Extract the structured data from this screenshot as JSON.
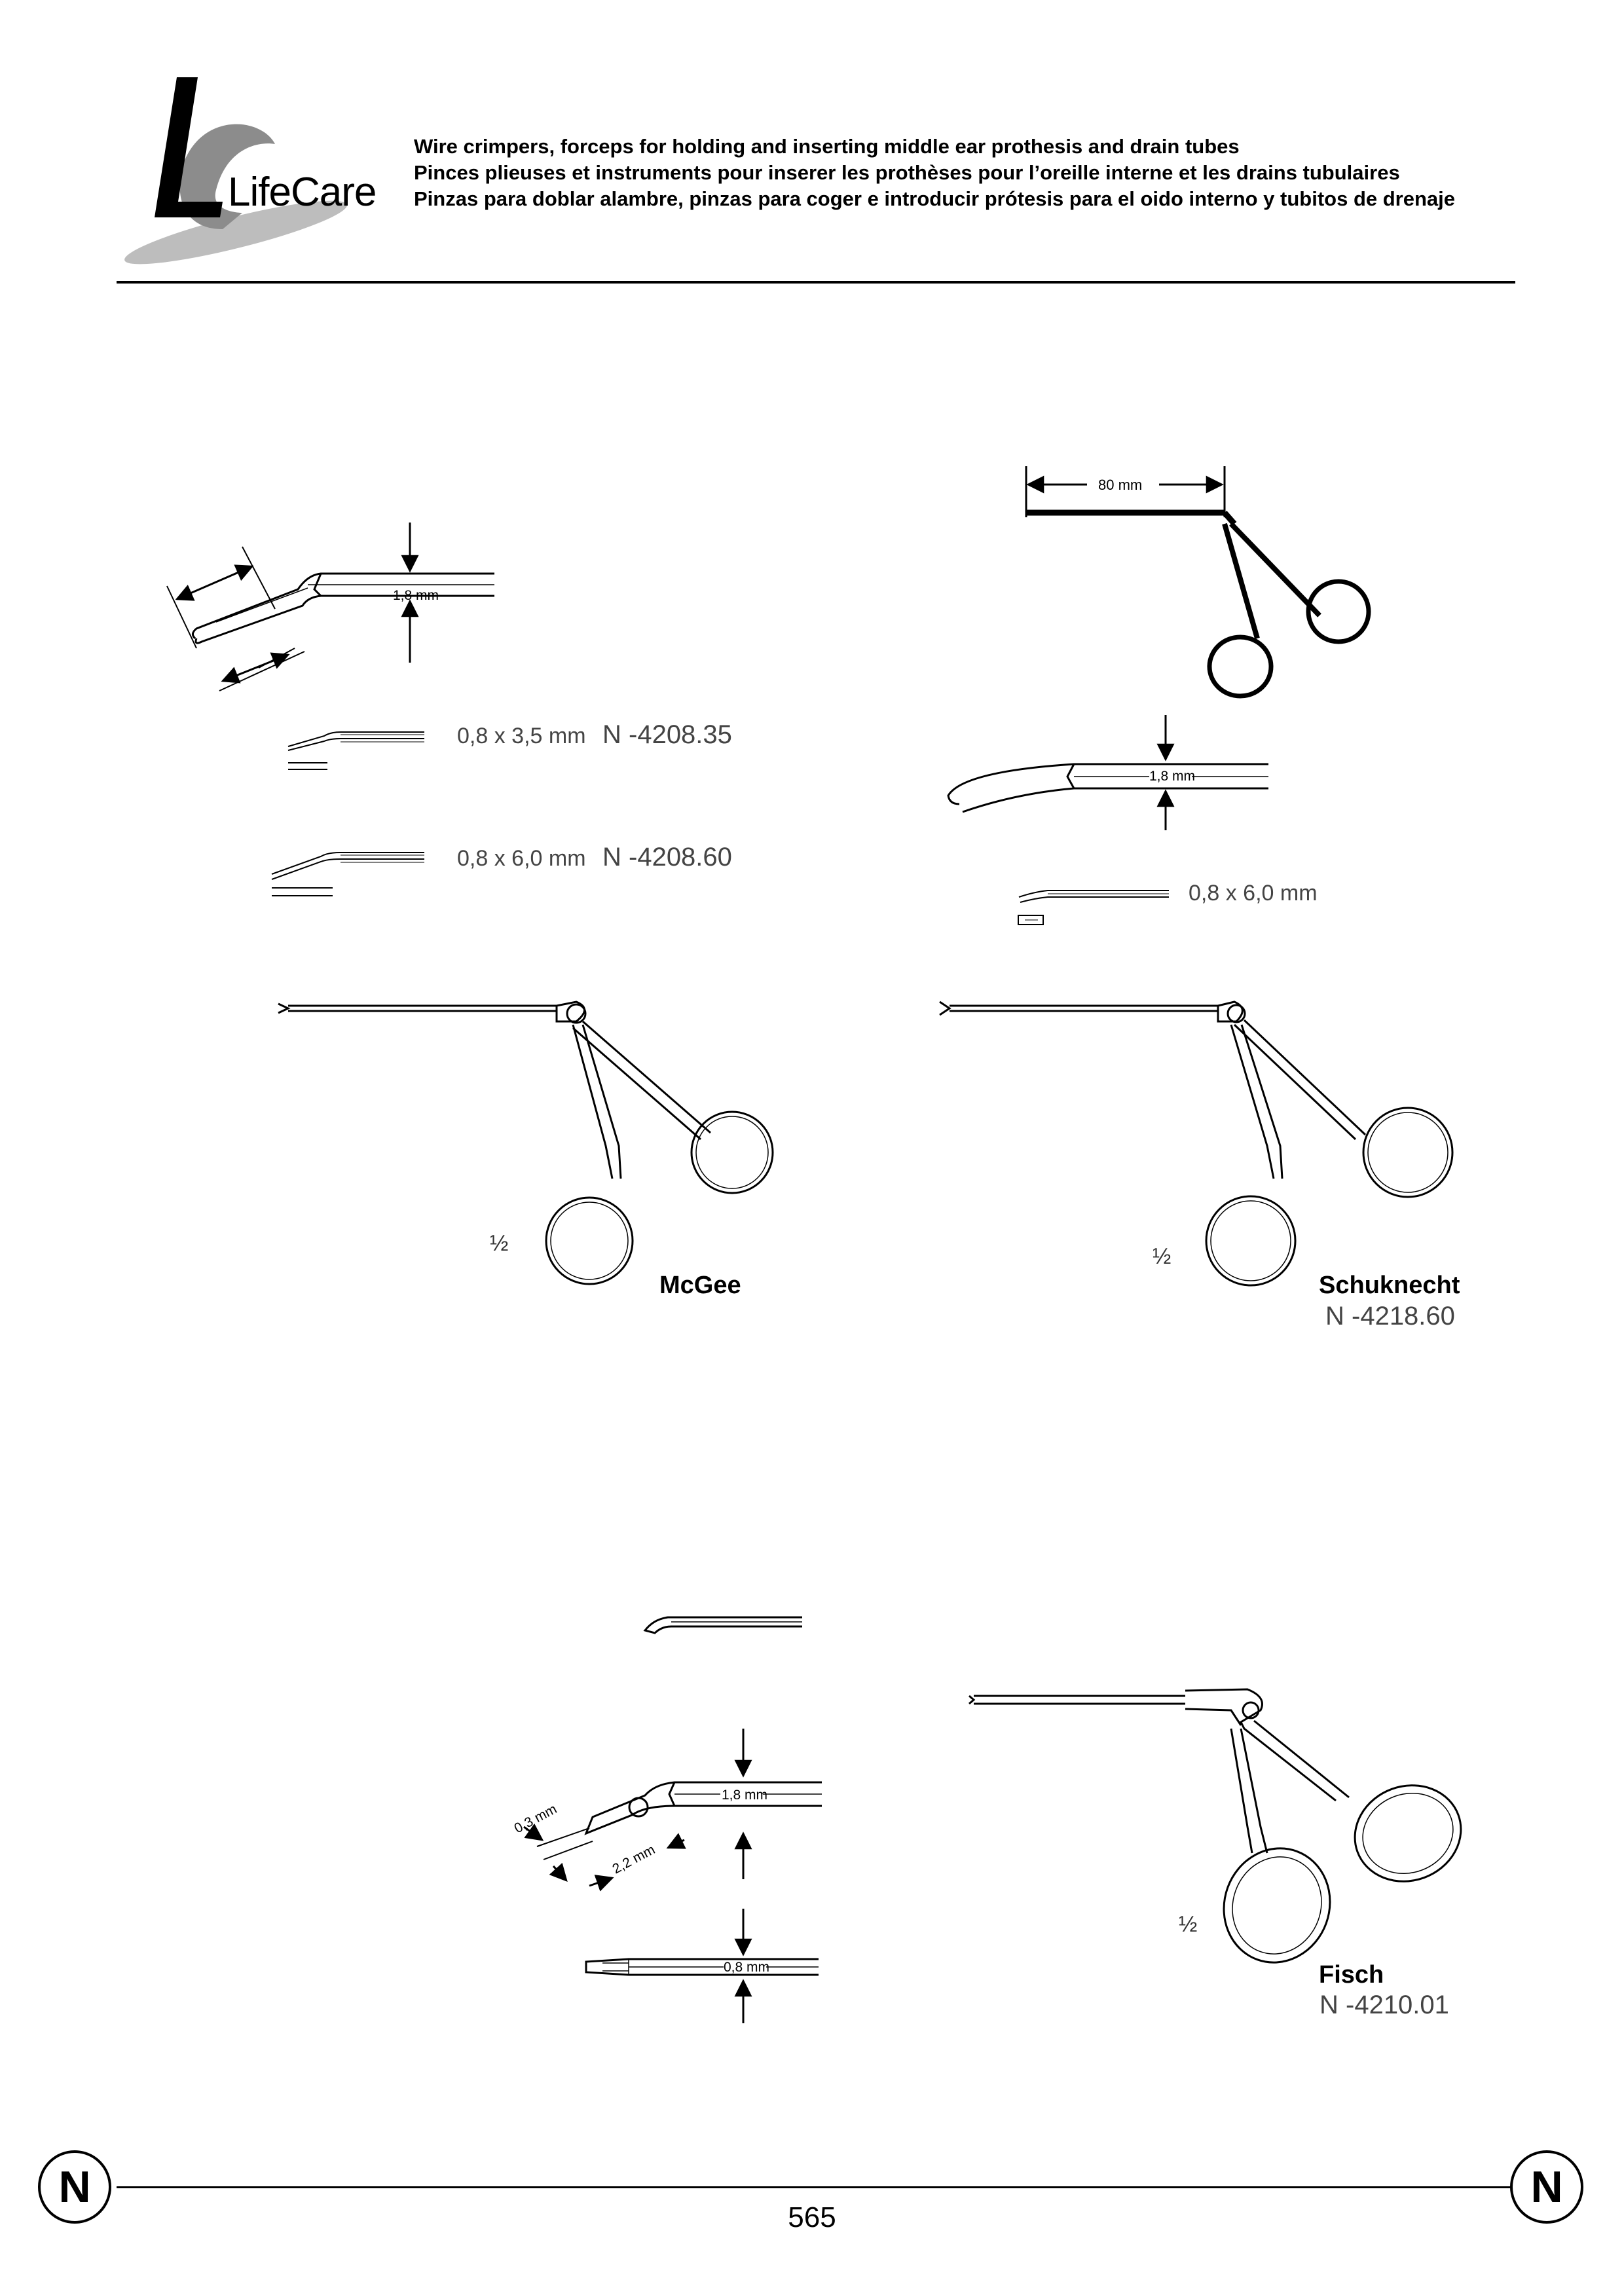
{
  "brand": {
    "name": "LifeCare"
  },
  "header": {
    "lines": [
      "Wire crimpers, forceps for holding and inserting middle ear prothesis and drain tubes",
      "Pinces plieuses et instruments pour inserer les prothèses pour l’oreille interne et les drains tubulaires",
      "Pinzas para doblar alambre, pinzas para coger e introducir prótesis para el oido interno y tubitos de drenaje"
    ]
  },
  "mcgee": {
    "tip_dimension": "1,8 mm",
    "variants": [
      {
        "spec": "0,8 x 3,5 mm",
        "code": "N -4208.35"
      },
      {
        "spec": "0,8 x 6,0 mm",
        "code": "N -4208.60"
      }
    ],
    "scale": "½",
    "name": "McGee"
  },
  "schuknecht": {
    "length_dimension": "80 mm",
    "tip_dimension": "1,8 mm",
    "spec": "0,8 x 6,0 mm",
    "scale": "½",
    "name": "Schuknecht",
    "code": "N -4218.60"
  },
  "fisch": {
    "dim_tip_width": "0,3 mm",
    "dim_tip_length": "2,2 mm",
    "dim_shaft": "1,8 mm",
    "dim_jaw": "0,8 mm",
    "scale": "½",
    "name": "Fisch",
    "code": "N -4210.01"
  },
  "footer": {
    "section_letter": "N",
    "page_number": "565"
  }
}
